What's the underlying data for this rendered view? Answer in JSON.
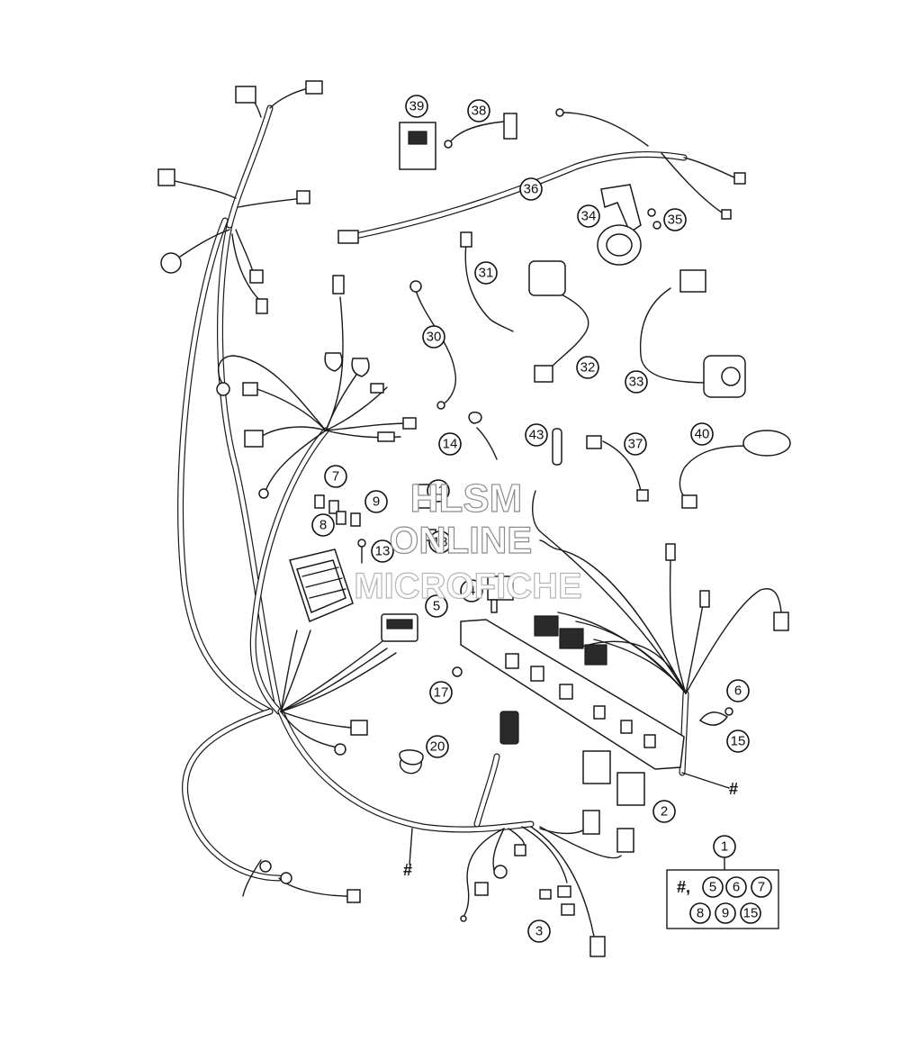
{
  "callouts": [
    {
      "id": "39",
      "label": "39"
    },
    {
      "id": "38",
      "label": "38"
    },
    {
      "id": "36",
      "label": "36"
    },
    {
      "id": "34",
      "label": "34"
    },
    {
      "id": "35",
      "label": "35"
    },
    {
      "id": "31",
      "label": "31"
    },
    {
      "id": "30",
      "label": "30"
    },
    {
      "id": "32",
      "label": "32"
    },
    {
      "id": "33",
      "label": "33"
    },
    {
      "id": "14",
      "label": "14"
    },
    {
      "id": "43",
      "label": "43"
    },
    {
      "id": "37",
      "label": "37"
    },
    {
      "id": "40",
      "label": "40"
    },
    {
      "id": "7",
      "label": "7"
    },
    {
      "id": "9",
      "label": "9"
    },
    {
      "id": "8",
      "label": "8"
    },
    {
      "id": "11",
      "label": "11"
    },
    {
      "id": "18",
      "label": "18"
    },
    {
      "id": "13",
      "label": "13"
    },
    {
      "id": "4",
      "label": "4"
    },
    {
      "id": "5",
      "label": "5"
    },
    {
      "id": "17",
      "label": "17"
    },
    {
      "id": "6",
      "label": "6"
    },
    {
      "id": "15",
      "label": "15"
    },
    {
      "id": "20",
      "label": "20"
    },
    {
      "id": "2",
      "label": "2"
    },
    {
      "id": "3",
      "label": "3"
    },
    {
      "id": "1",
      "label": "1"
    }
  ],
  "markers": [
    {
      "id": "hash-right",
      "text": "#"
    },
    {
      "id": "hash-bottom",
      "text": "#"
    }
  ],
  "kit_box": {
    "row1_prefix": "#,",
    "row1": [
      "5",
      "6",
      "7"
    ],
    "row2": [
      "8",
      "9",
      "15"
    ]
  },
  "watermark": {
    "line1": "HLSM",
    "line2": "ONLINE",
    "line3": "MICROFICHE"
  }
}
